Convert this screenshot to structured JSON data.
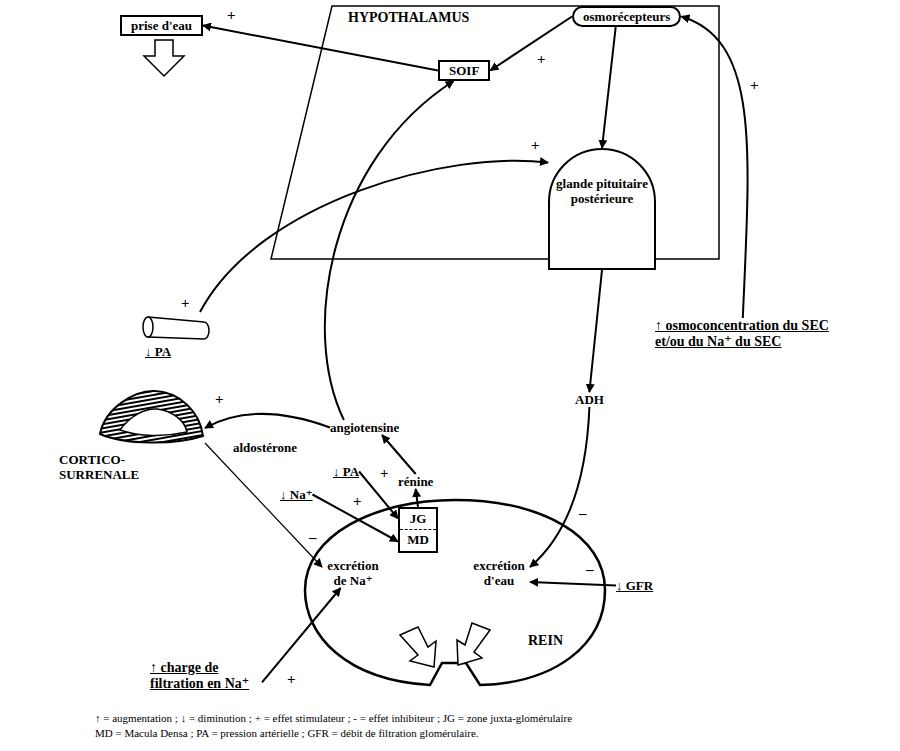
{
  "diagram": {
    "nodes": [
      {
        "text": [
          "HYPOTHALAMUS"
        ]
      },
      {
        "text": [
          "prise d'eau"
        ]
      },
      {
        "text": [
          "SOIF"
        ],
        "in": 0
      },
      {
        "text": [
          "osmorécepteurs"
        ],
        "in": 0
      },
      {
        "text": [
          "glande pituitaire postérieure"
        ]
      },
      {
        "text": [
          "ADH"
        ]
      },
      {
        "text": [
          "↑ osmoconcentration du SEC et/ou du Na⁺ du SEC"
        ]
      },
      {
        "text": [
          "↓ PA"
        ]
      },
      {
        "text": [
          "CORTICO- SURRENALE"
        ]
      },
      {
        "text": [
          "angiotensine"
        ]
      },
      {
        "text": [
          "rénine"
        ]
      },
      {
        "text": [
          "JG",
          "MD"
        ]
      },
      {
        "text": [
          "REIN"
        ]
      },
      {
        "text": [
          "excrétion de Na⁺"
        ],
        "in": 12
      },
      {
        "text": [
          "excrétion d'eau"
        ],
        "in": 12
      },
      {
        "text": [
          "↓ PA"
        ]
      },
      {
        "text": [
          "↓ Na⁺"
        ]
      },
      {
        "text": [
          "↑ charge de filtration en Na⁺"
        ]
      },
      {
        "text": [
          "↓ GFR"
        ]
      }
    ],
    "edges": [
      {
        "from": 2,
        "to": 1,
        "arrow": "to",
        "label": "+"
      },
      {
        "from": 3,
        "to": 2,
        "arrow": "to",
        "label": "+"
      },
      {
        "from": 3,
        "to": 4,
        "arrow": "to"
      },
      {
        "from": 6,
        "to": 3,
        "arrow": "to",
        "label": "+"
      },
      {
        "from": 4,
        "to": 5,
        "arrow": "to"
      },
      {
        "from": 5,
        "to": 14,
        "arrow": "to",
        "label": "–"
      },
      {
        "from": 7,
        "to": 4,
        "arrow": "to",
        "label": "+"
      },
      {
        "from": 9,
        "to": 2,
        "arrow": "to"
      },
      {
        "from": 9,
        "to": 8,
        "arrow": "to",
        "label": "+"
      },
      {
        "from": 10,
        "to": 9,
        "arrow": "to"
      },
      {
        "from": 11,
        "to": 10,
        "arrow": "to"
      },
      {
        "from": 15,
        "to": 11,
        "arrow": "to",
        "label": "+"
      },
      {
        "from": 16,
        "to": 11,
        "arrow": "to",
        "label": "+"
      },
      {
        "from": 8,
        "to": 13,
        "arrow": "to",
        "label": "aldostérone"
      },
      {
        "from": 17,
        "to": 13,
        "arrow": "to",
        "label": "+"
      },
      {
        "from": 18,
        "to": 14,
        "arrow": "to",
        "label": "–"
      }
    ],
    "labels": [
      "+",
      "–",
      "↑ = augmentation ; ↓ = diminution ; + = effet stimulateur ; - = effet inhibiteur ; JG = zone juxta-glomérulaire",
      "MD = Macula Densa ; PA = pression artérielle ; GFR = débit de filtration glomérulaire."
    ]
  }
}
